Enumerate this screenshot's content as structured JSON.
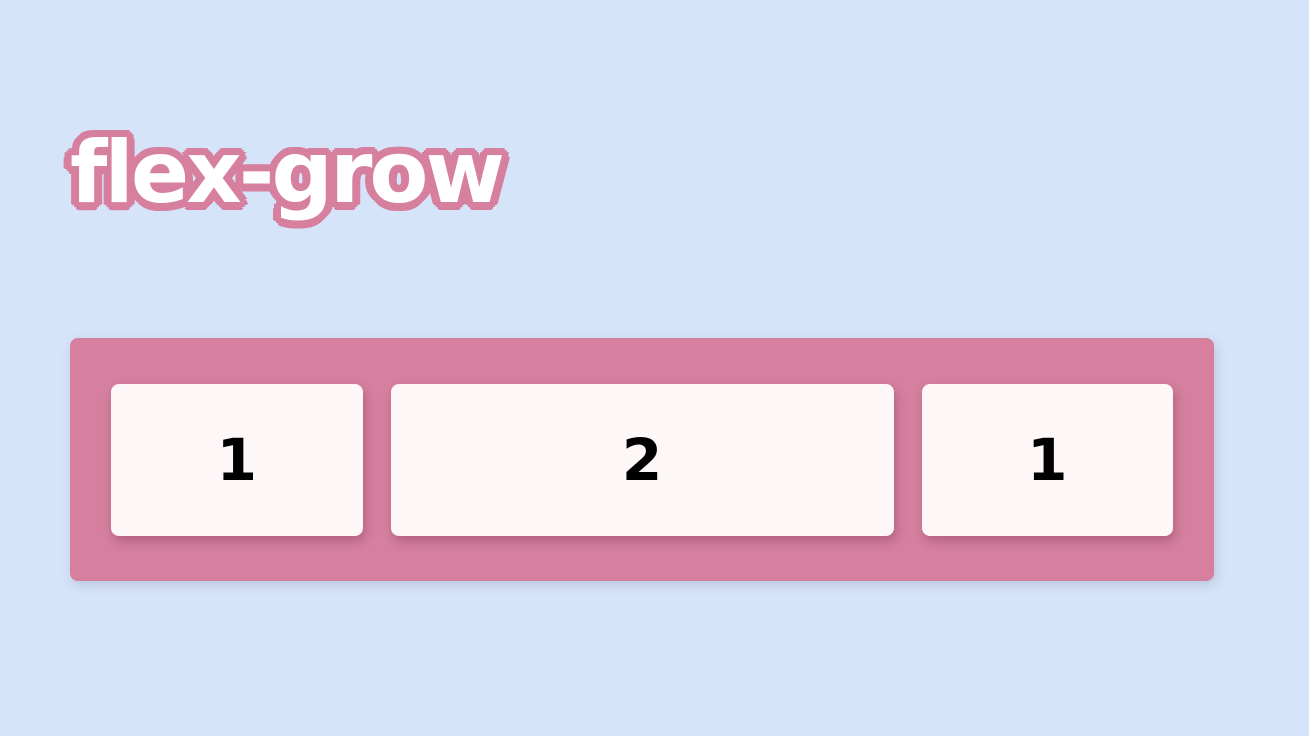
{
  "title": "flex-grow",
  "colors": {
    "background": "#d5e4f9",
    "accent": "#d67f9f",
    "item_background": "#fdf7f7",
    "title_text": "#ffffff",
    "item_text": "#000000"
  },
  "items": [
    {
      "label": "1",
      "grow": 1
    },
    {
      "label": "2",
      "grow": 2
    },
    {
      "label": "1",
      "grow": 1
    }
  ]
}
